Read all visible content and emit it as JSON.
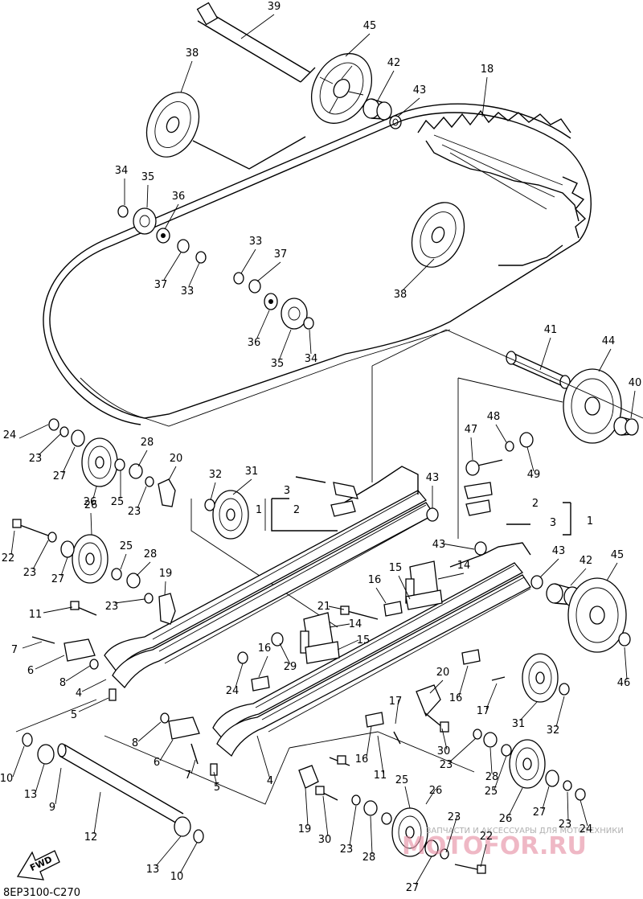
{
  "diagram_code": "8EP3100-C270",
  "fwd_label": "FWD",
  "watermark": {
    "text": "ЗАПЧАСТИ И АКСЕССУАРЫ ДЛЯ МОТОТЕХНИКИ",
    "logo": "MOTOFOR.RU"
  },
  "callouts": [
    {
      "n": "39"
    },
    {
      "n": "45"
    },
    {
      "n": "38"
    },
    {
      "n": "42"
    },
    {
      "n": "43"
    },
    {
      "n": "18"
    },
    {
      "n": "34"
    },
    {
      "n": "35"
    },
    {
      "n": "36"
    },
    {
      "n": "37"
    },
    {
      "n": "33"
    },
    {
      "n": "33"
    },
    {
      "n": "37"
    },
    {
      "n": "38"
    },
    {
      "n": "36"
    },
    {
      "n": "35"
    },
    {
      "n": "34"
    },
    {
      "n": "41"
    },
    {
      "n": "44"
    },
    {
      "n": "40"
    },
    {
      "n": "24"
    },
    {
      "n": "23"
    },
    {
      "n": "27"
    },
    {
      "n": "26"
    },
    {
      "n": "25"
    },
    {
      "n": "28"
    },
    {
      "n": "23"
    },
    {
      "n": "20"
    },
    {
      "n": "32"
    },
    {
      "n": "31"
    },
    {
      "n": "3"
    },
    {
      "n": "1"
    },
    {
      "n": "2"
    },
    {
      "n": "43"
    },
    {
      "n": "47"
    },
    {
      "n": "48"
    },
    {
      "n": "49"
    },
    {
      "n": "2"
    },
    {
      "n": "1"
    },
    {
      "n": "3"
    },
    {
      "n": "26"
    },
    {
      "n": "22"
    },
    {
      "n": "23"
    },
    {
      "n": "27"
    },
    {
      "n": "25"
    },
    {
      "n": "28"
    },
    {
      "n": "19"
    },
    {
      "n": "23"
    },
    {
      "n": "43"
    },
    {
      "n": "14"
    },
    {
      "n": "43"
    },
    {
      "n": "42"
    },
    {
      "n": "45"
    },
    {
      "n": "16"
    },
    {
      "n": "15"
    },
    {
      "n": "11"
    },
    {
      "n": "21"
    },
    {
      "n": "14"
    },
    {
      "n": "15"
    },
    {
      "n": "7"
    },
    {
      "n": "16"
    },
    {
      "n": "6"
    },
    {
      "n": "29"
    },
    {
      "n": "8"
    },
    {
      "n": "24"
    },
    {
      "n": "4"
    },
    {
      "n": "5"
    },
    {
      "n": "16"
    },
    {
      "n": "20"
    },
    {
      "n": "46"
    },
    {
      "n": "17"
    },
    {
      "n": "17"
    },
    {
      "n": "31"
    },
    {
      "n": "32"
    },
    {
      "n": "8"
    },
    {
      "n": "6"
    },
    {
      "n": "30"
    },
    {
      "n": "16"
    },
    {
      "n": "23"
    },
    {
      "n": "10"
    },
    {
      "n": "7"
    },
    {
      "n": "28"
    },
    {
      "n": "25"
    },
    {
      "n": "11"
    },
    {
      "n": "4"
    },
    {
      "n": "5"
    },
    {
      "n": "13"
    },
    {
      "n": "26"
    },
    {
      "n": "27"
    },
    {
      "n": "24"
    },
    {
      "n": "9"
    },
    {
      "n": "25"
    },
    {
      "n": "26"
    },
    {
      "n": "23"
    },
    {
      "n": "12"
    },
    {
      "n": "19"
    },
    {
      "n": "30"
    },
    {
      "n": "23"
    },
    {
      "n": "28"
    },
    {
      "n": "22"
    },
    {
      "n": "27"
    },
    {
      "n": "13"
    },
    {
      "n": "10"
    },
    {
      "n": "23"
    }
  ]
}
